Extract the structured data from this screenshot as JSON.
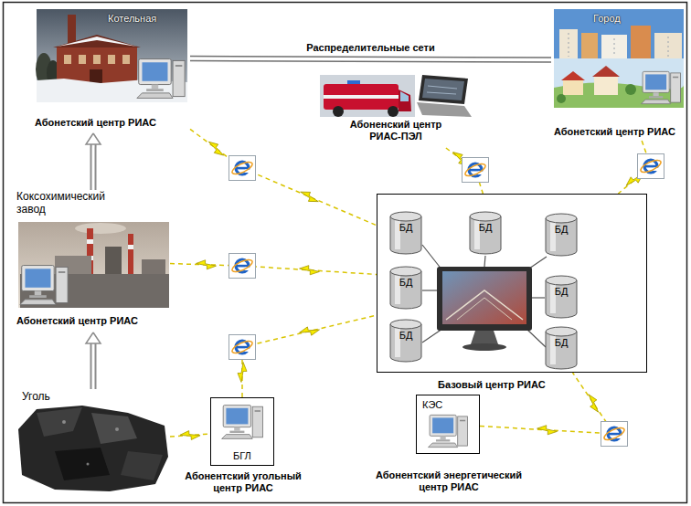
{
  "diagram": {
    "nodes": [
      {
        "text": [
          "Котельная",
          "Абонетский центр РИАС"
        ]
      },
      {
        "text": [
          "Город",
          "Абонетский центр РИАС"
        ]
      },
      {
        "text": [
          "Абоненский центр РИАС-ПЭЛ"
        ]
      },
      {
        "text": [
          "Коксохимический завод",
          "Абонетский центр РИАС"
        ]
      },
      {
        "text": [
          "Уголь"
        ]
      },
      {
        "text": [
          "БГЛ",
          "Абонентский угольный центр РИАС"
        ]
      },
      {
        "text": [
          "КЭС",
          "Абонентский энергетический центр РИАС"
        ]
      },
      {
        "text": [
          "Базовый центр РИАС"
        ]
      },
      {
        "text": [
          "БД"
        ],
        "in": 7
      },
      {
        "text": [
          "БД"
        ],
        "in": 7
      },
      {
        "text": [
          "БД"
        ],
        "in": 7
      },
      {
        "text": [
          "БД"
        ],
        "in": 7
      },
      {
        "text": [
          "БД"
        ],
        "in": 7
      },
      {
        "text": [
          "БД"
        ],
        "in": 7
      },
      {
        "text": [
          "БД"
        ],
        "in": 7
      }
    ],
    "edges": [
      {
        "from": 0,
        "to": 1,
        "label": "Распределительные сети",
        "arrow": "none"
      },
      {
        "from": 4,
        "to": 3,
        "arrow": "to"
      },
      {
        "from": 3,
        "to": 0,
        "arrow": "to"
      },
      {
        "from": 0,
        "to": 7,
        "arrow": "none"
      },
      {
        "from": 3,
        "to": 7,
        "arrow": "none"
      },
      {
        "from": 5,
        "to": 7,
        "arrow": "none"
      },
      {
        "from": 4,
        "to": 5,
        "arrow": "none"
      },
      {
        "from": 2,
        "to": 7,
        "arrow": "none"
      },
      {
        "from": 1,
        "to": 7,
        "arrow": "none"
      },
      {
        "from": 6,
        "to": 7,
        "arrow": "none"
      }
    ]
  }
}
